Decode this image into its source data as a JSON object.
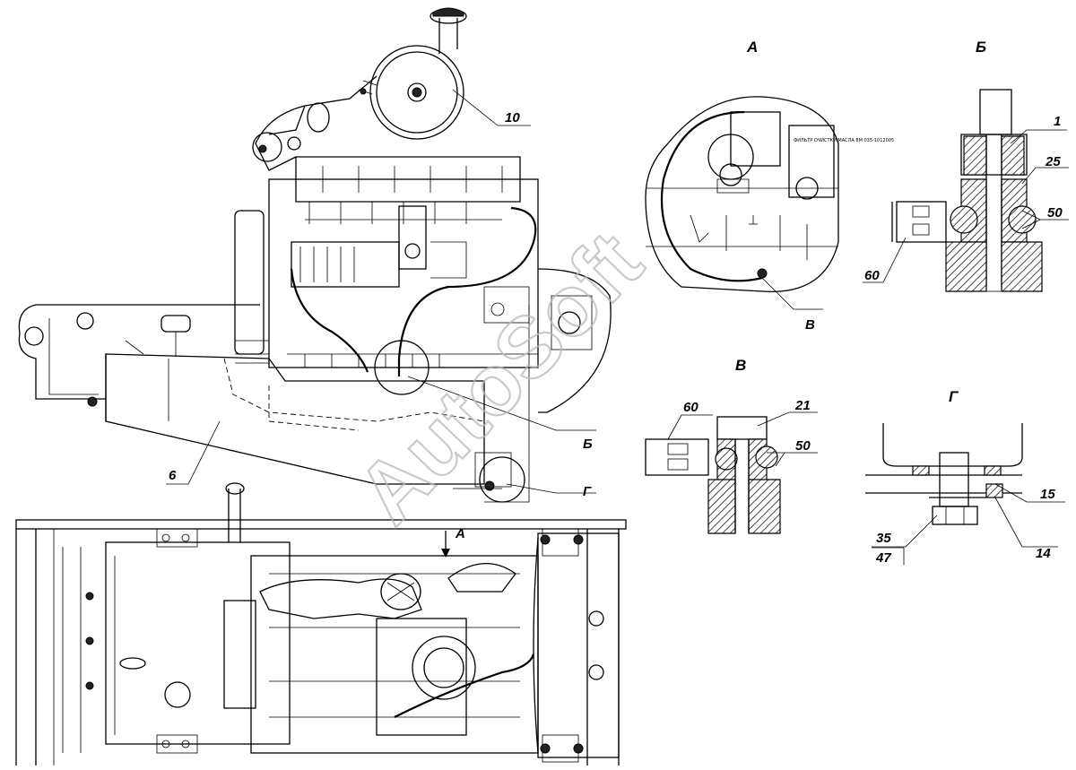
{
  "views": {
    "a": "А",
    "b": "Б",
    "v": "В",
    "g": "Г"
  },
  "callouts": {
    "c10": "10",
    "c6": "6",
    "cB": "Б",
    "cG": "Г",
    "cV": "В",
    "cA": "А",
    "b_1": "1",
    "b_25": "25",
    "b_50": "50",
    "b_60": "60",
    "v_60": "60",
    "v_21": "21",
    "v_50": "50",
    "g_15": "15",
    "g_35": "35",
    "g_47": "47",
    "g_14": "14"
  },
  "filter_label": "ФИЛЬТР ОЧИСТКИ МАСЛА 8М 035-1012005",
  "watermark": "AutoSoft"
}
